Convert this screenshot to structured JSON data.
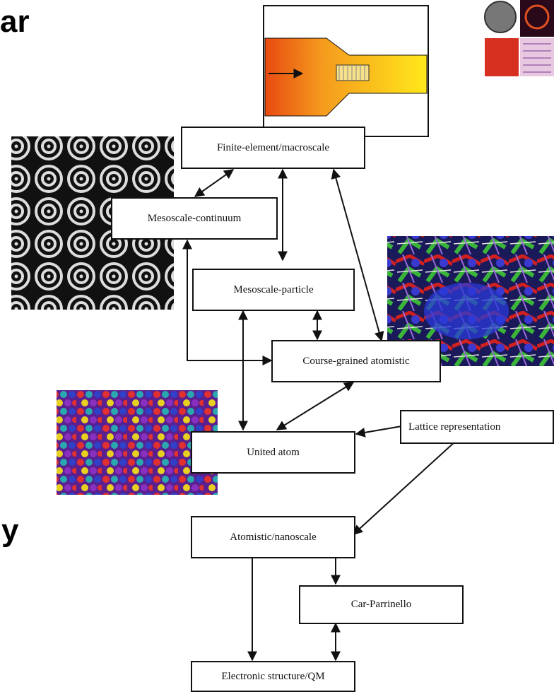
{
  "fragments": {
    "top": "ar",
    "bottom": "y"
  },
  "nodes": {
    "finite": "Finite-element/macroscale",
    "meso_cont": "Mesoscale-continuum",
    "meso_part": "Mesoscale-particle",
    "coarse": "Course-grained atomistic",
    "united": "United atom",
    "lattice": "Lattice representation",
    "atomistic": "Atomistic/nanoscale",
    "car": "Car-Parrinello",
    "qm": "Electronic structure/QM"
  },
  "colors": {
    "line": "#111111",
    "flow_orange": "#f28a1c",
    "flow_yellow": "#ffe81a"
  }
}
